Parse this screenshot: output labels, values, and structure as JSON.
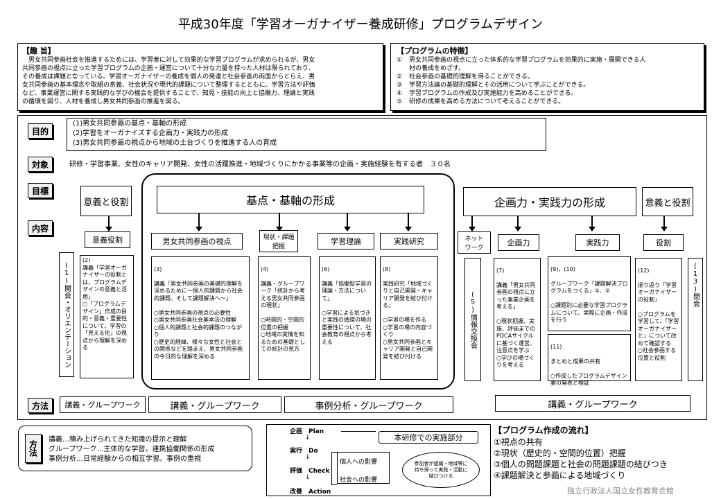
{
  "title": "平成30年度「学習オーガナイザー養成研修」プログラムデザイン",
  "shushi": {
    "heading": "【趣 旨】",
    "lines": [
      "　男女共同参画社会を推進するためには、学習者に対して効果的な学習プログラムが求められるが、男女",
      "共同参画の視点に立った学習プログラムの企画・運営について十分な力量を持った人材は限られており、",
      "その養成は課題となっている。学習オーガナイザーの養成を個人の発達と社会参画の両面からとらえ、男",
      "女共同参画の基本理念や取組の意義、社会状況や現代的課題について整理するとともに、学習方法や評価",
      "など、事業運営に関する実践的な学びの機会を提供することで、知見・技能の向上と協働力、理論と実践",
      "の循環を図り、人材を養成し男女共同参画の推進を図る。"
    ]
  },
  "tokucho": {
    "heading": "【プログラムの特徴】",
    "items": [
      {
        "mark": "①",
        "text": "男女共同参画の視点に立った体系的な学習プログラムを効果的に実施・展開できる人"
      },
      {
        "mark": "",
        "text": "材の養成をめざす。"
      },
      {
        "mark": "②",
        "text": "社会参画の基礎的理解を得ることができる。"
      },
      {
        "mark": "③",
        "text": "学習方法論の基礎的理解とその活用について学ぶことができる。"
      },
      {
        "mark": "④",
        "text": "学習プログラムの作成及び実施能力を高めることができる。"
      },
      {
        "mark": "⑤",
        "text": "研修の成果を高める方法について考えることができる。"
      }
    ]
  },
  "labels": {
    "mokuteki": "目的",
    "taisho": "対象",
    "mokuhyo": "目標",
    "naiyo": "内容",
    "hoho": "方法",
    "hoho2": "方法"
  },
  "mokuteki": [
    "(1)男女共同参画の基点・基軸の形成",
    "(2)学習をオーガナイズする企画力・実践力の形成",
    "(3)男女共同参画の視点から地域の土台づくりを推進する人の育成"
  ],
  "taisho": "研修・学習事業、女性のキャリア開発、女性の活躍推進・地域づくりにかかる事業等の企画・実施経験を有する者　３０名",
  "goals": {
    "igi1": "意義と役割",
    "kiten": "基点・基軸の形成",
    "kikaku": "企画力・実践力の形成",
    "igi2": "意義と役割"
  },
  "subs": {
    "igiyakuwari": "意義役割",
    "danjo": "男女共同参画の視点",
    "genjo": "現状・課題\n把握",
    "riron": "学習理論",
    "jissen_kenkyu": "実践研究",
    "network": "ネット\nワーク",
    "kikakuryoku": "企画力",
    "jissenryoku": "実践力",
    "yakuwari": "役割"
  },
  "vlabels": {
    "kaikai": "(1)開会・オリエンテーション",
    "johokoukan": "(5)情報交換会",
    "heikai": "(13)閉会"
  },
  "contents": {
    "c2": {
      "num": "(2)",
      "text": "講義「学習オーガナイザーの役割とは、プログラムデザインの意義と活用」",
      "note": "○「プログラムデザイン」作成の目的・意義・重要性について、学習の「見える化」の視点から理解を深める"
    },
    "c3": {
      "num": "(3)",
      "text": "講義「男女共同参画の基礎的理解を深めるために～個人的課題から社会的課題、そして課題解決へ～」",
      "note": "○男女共同参画の視点の必要性\n○男女共同参画社会基本法の理解\n○個人的課題と社会的課題のつながり\n○歴史的経緯、様々な女性と社会との関係などを踏まえ、男女共同参画の今日的な理解を深める"
    },
    "c4": {
      "num": "(4)",
      "text": "講義・グループワーク「統計から考える男女共同参画の現状」",
      "note": "○時間的・空間的位置の把握\n○地域の実情を知るための基礎としての統計の見方"
    },
    "c6": {
      "num": "(6)",
      "text": "講義「協働型学習の理論・方法について」",
      "note": "○学習による気づきと実践の循環の場の重要性について、社会教育の視点から考える"
    },
    "c8": {
      "num": "(8)",
      "text": "実践研究「地域づくりと自己開発・キャリア開発を結び付ける」",
      "note": "○学習の場を作る\n○学習の場の内容づくり\n○男女共同参画とキャリア開発と自己開発を結び付ける"
    },
    "c7": {
      "num": "(7)",
      "text": "講義「男女共同参画の視点に立った事業企画を考える」",
      "note": "○現状把握、実施、評価までのPDCAサイクルに基づく運営、注意点を学ぶ\n○学びの場づくりを考える"
    },
    "c9": {
      "num": "(9)、(10)",
      "text": "グループワーク「課題解決プログラムをつくる」①、②",
      "note": "○課題別に必要な学習プログラムについて、実際に企画・作成を行う"
    },
    "c11": {
      "num": "(11)",
      "text": "まとめと成果の共有",
      "note": "○作成したプログラムデザイン案の発表と検証"
    },
    "c12": {
      "num": "(12)",
      "text": "振り返り「学習オーガナイザーの役割」",
      "note": "○プログラムを学習して、「学習オーガナイザーと」について改めて確認する\n○社会参画する位置と役割"
    }
  },
  "methods": {
    "m1": "講義・グループワーク",
    "m2": "講義・グループワーク",
    "m3": "事例分析・グループワーク",
    "m4": "講義・グループワーク"
  },
  "hoho_desc": [
    "講義…積み上げられてきた知識の提示と理解",
    "グループワーク…主体的な学習。連携協働関係の形成",
    "事例分析…日常経験からの相互学習。事例の重視"
  ],
  "pdca": {
    "plan": "企画　Plan",
    "do": "実行　Do",
    "check": "評価　Check",
    "action": "改善　Action",
    "arrow": "↓",
    "callout": "本研修での実施部分",
    "kojin": "個人への影響",
    "shakai": "社会への影響",
    "bubble": "参加者が組織・地域等に持ち帰って実践・活動に結びつける"
  },
  "flow": {
    "heading": "【プログラム作成の流れ】",
    "items": [
      "①視点の共有",
      "②現状（歴史的・空間的位置）把握",
      "③個人の問題課題と社会の問題課題の結びつき",
      "④課題解決と参画による地域づくり"
    ]
  },
  "footer": "独立行政法人国立女性教育会館"
}
